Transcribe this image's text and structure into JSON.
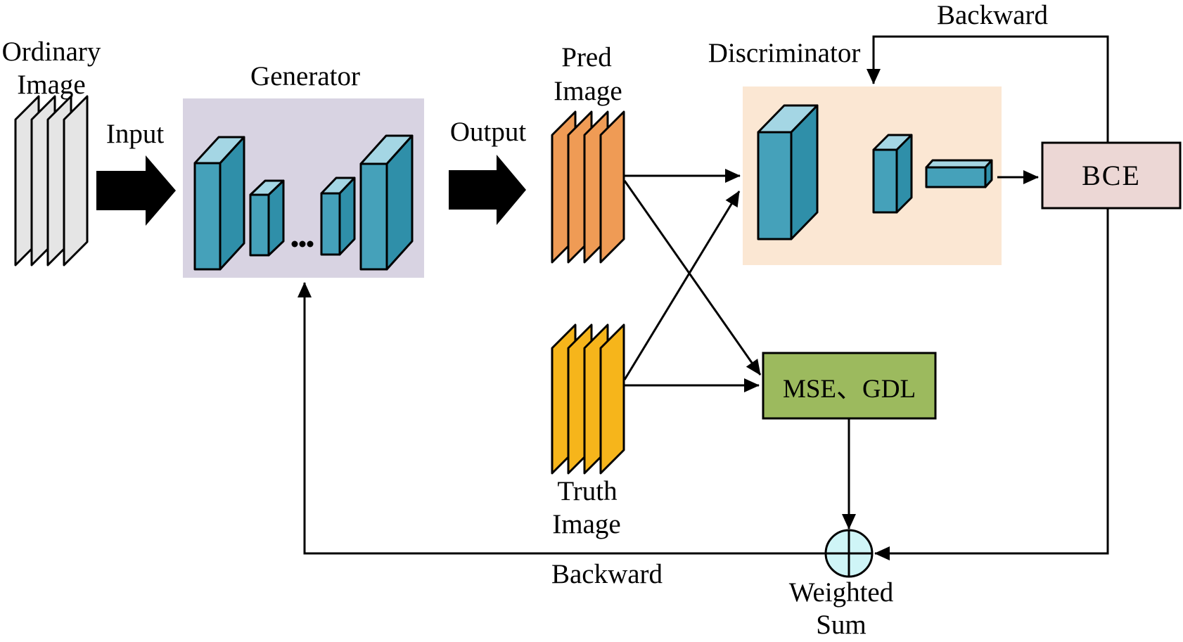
{
  "diagram": {
    "nodes": {
      "ordinary_image": {
        "line1": "Ordinary",
        "line2": "Image"
      },
      "generator": {
        "label": "Generator"
      },
      "pred_image": {
        "line1": "Pred",
        "line2": "Image"
      },
      "truth_image": {
        "line1": "Truth",
        "line2": "Image"
      },
      "discriminator": {
        "label": "Discriminator"
      },
      "bce": {
        "label": "BCE"
      },
      "mse_gdl": {
        "label": "MSE、GDL"
      },
      "weighted_sum": {
        "line1": "Weighted",
        "line2": "Sum"
      }
    },
    "edges": {
      "input": {
        "label": "Input"
      },
      "output": {
        "label": "Output"
      },
      "backward_top": {
        "label": "Backward"
      },
      "backward_bottom": {
        "label": "Backward"
      }
    }
  },
  "colors": {
    "generator_bg": "#D8D3E2",
    "discriminator_bg": "#FBE7D3",
    "bce_bg": "#ECD7D5",
    "mse_bg": "#9CBA5E",
    "sum_bg": "#CFF5F7",
    "conv_front": "#45A1BA",
    "conv_side": "#2F8FA9",
    "conv_top": "#A4D6E4",
    "pred_panel": "#EF9B55",
    "truth_panel": "#F6B51B",
    "ordinary_panel": "#E5E5E5",
    "line": "#000000"
  }
}
